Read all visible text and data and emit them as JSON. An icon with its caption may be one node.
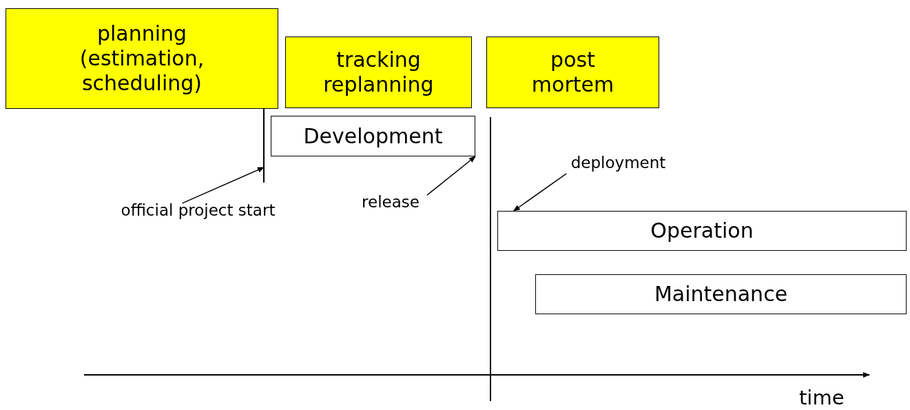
{
  "diagram": {
    "nodes": [
      {
        "text": [
          "planning (estimation, scheduling)"
        ]
      },
      {
        "text": [
          "tracking replanning"
        ]
      },
      {
        "text": [
          "post mortem"
        ]
      },
      {
        "text": [
          "Development"
        ]
      },
      {
        "text": [
          "Operation"
        ]
      },
      {
        "text": [
          "Maintenance"
        ]
      },
      {
        "text": [
          "official project start"
        ]
      },
      {
        "text": [
          "release"
        ]
      },
      {
        "text": [
          "deployment"
        ]
      },
      {
        "text": [],
        "shape": "line"
      },
      {
        "text": [],
        "shape": "line"
      }
    ],
    "edges": [
      {
        "from": 6,
        "to": 9,
        "arrow": "to"
      },
      {
        "from": 7,
        "to": 3,
        "arrow": "to"
      },
      {
        "from": 8,
        "to": 4,
        "arrow": "to"
      }
    ],
    "labels": [
      "time"
    ]
  }
}
